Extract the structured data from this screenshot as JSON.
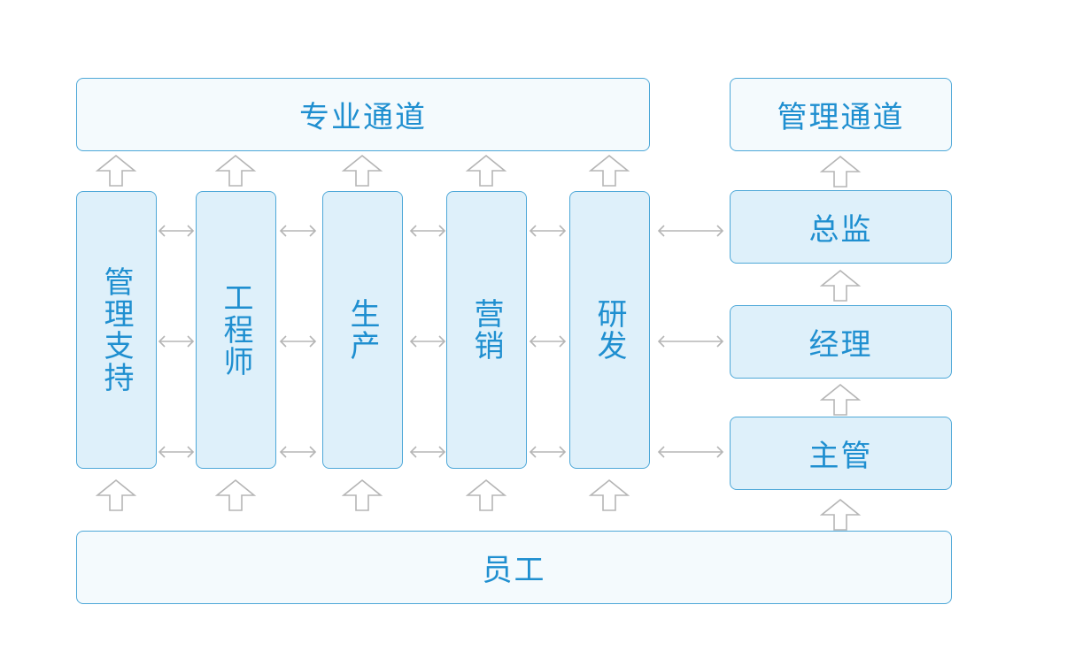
{
  "top": {
    "professional_channel": "专业通道",
    "management_channel": "管理通道"
  },
  "columns": [
    {
      "id": "management-support",
      "label": "管理支持"
    },
    {
      "id": "engineer",
      "label": "工程师"
    },
    {
      "id": "production",
      "label": "生产"
    },
    {
      "id": "marketing",
      "label": "营销"
    },
    {
      "id": "rnd",
      "label": "研发"
    }
  ],
  "management_levels": [
    {
      "id": "director",
      "label": "总监"
    },
    {
      "id": "manager",
      "label": "经理"
    },
    {
      "id": "supervisor",
      "label": "主管"
    }
  ],
  "base": {
    "employee": "员工"
  },
  "colors": {
    "border": "#4ea8d8",
    "text": "#1f8fd0",
    "fill_light": "#f4fafd",
    "fill_mid": "#def0fa",
    "arrow": "#b5b5b5"
  }
}
